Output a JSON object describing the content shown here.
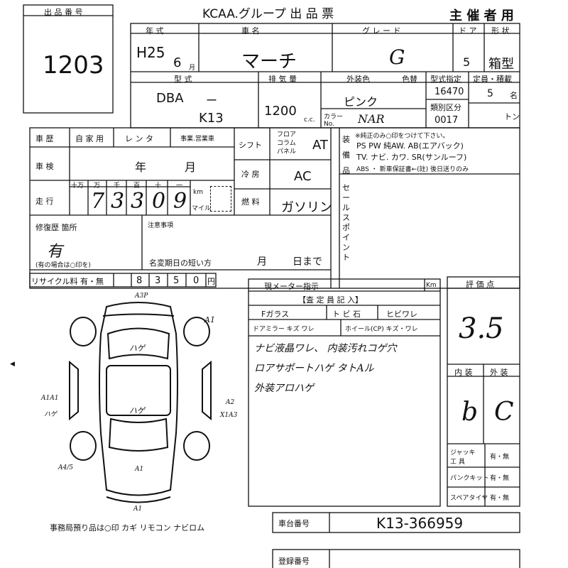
{
  "header": {
    "lot_label": "出 品 番 号",
    "lot_number": "1203",
    "title": "KCAA.グループ 出 品 票",
    "role": "主 催 者 用"
  },
  "vehicle": {
    "year_label": "年 式",
    "year_era": "H25",
    "year_month": "6",
    "month_suffix": "月",
    "name_label": "車 名",
    "name": "マーチ",
    "grade_label": "グ レ ー ド",
    "grade": "G",
    "doors_label": "ド ア",
    "doors": "5",
    "shape_label": "形 状",
    "shape": "箱型",
    "model_label": "型 式",
    "model_prefix": "DBA",
    "model_dash": "ー",
    "model_code": "K13",
    "displacement_label": "排 気 量",
    "displacement": "1200",
    "cc": "c.c.",
    "ext_color_label": "外装色",
    "ext_color": "ピンク",
    "color_label": "色替",
    "color_no_label": "カラー No.",
    "color_no": "NAR",
    "type_cert_label": "型式指定",
    "type_cert": "16470",
    "class_label": "類別区分",
    "class": "0017",
    "capacity_label": "定員・積載",
    "capacity": "5",
    "capacity_unit": "名",
    "ton_unit": "トン"
  },
  "history": {
    "label": "車 歴",
    "options": [
      "自 家 用",
      "レ ン タ",
      "事業.営業車"
    ],
    "shaken_label": "車 検",
    "shaken_year": "年",
    "shaken_month": "月",
    "mileage_label": "走 行",
    "digit_units": [
      "十万",
      "万",
      "千",
      "百",
      "十",
      "一"
    ],
    "mileage_digits": [
      "7",
      "3",
      "3",
      "0",
      "9"
    ],
    "km_label": "km",
    "mile_label": "マイル",
    "shift_label": "シフト",
    "shift_sub": [
      "フロア",
      "コラム",
      "パネル"
    ],
    "shift": "AT",
    "ac_label": "冷 房",
    "ac": "AC",
    "fuel_label": "燃 料",
    "fuel": "ガソリン",
    "repair_label": "修復歴 箇所",
    "repair": "有",
    "repair_note": "(有の場合は○印を)",
    "notes_label": "注意事項",
    "name_change_label": "名変期日の短い方",
    "name_change_month": "月",
    "name_change_day": "日まで"
  },
  "equipment": {
    "label": "装 備 品",
    "line1": "※純正のみ○印をつけて下さい。",
    "line2": "PS PW 純AW. AB(エアバック)",
    "line3": "TV. ナビ. カワ. SR(サンルーフ)",
    "line4": "ABS ・ 新車保証書←(註) 後日送りのみ",
    "sales_label": "セールスポイント"
  },
  "recycle": {
    "label": "リサイクル料 有・無",
    "digits": [
      "8",
      "3",
      "5",
      "0"
    ],
    "unit": "円"
  },
  "inspection": {
    "meter_label": "現メーター指示",
    "km": "Km",
    "inspector_label": "【査 定 員 記 入】",
    "glass_label": "Fガラス",
    "glass_options": [
      "ト ビ 石",
      "ヒビワレ"
    ],
    "mirror_label": "ドアミラー キズ ワレ",
    "wheel_label": "ホイール(CP) キズ・ワレ",
    "notes": [
      "ナビ液晶ワレ、 内装汚れコゲ穴",
      "ロアサポートハゲ タトAル",
      "外装アロハゲ"
    ]
  },
  "score": {
    "label": "評 価 点",
    "value": "3.5",
    "interior_label": "内 装",
    "exterior_label": "外 装",
    "interior": "b",
    "exterior": "C"
  },
  "tools": {
    "jack_label": "ジャッキ 工 具",
    "jack": "有・無",
    "puncture_label": "パンクキット",
    "puncture": "有・無",
    "spare_label": "スペアタイヤ",
    "spare": "有・無"
  },
  "diagram": {
    "marks": [
      "A3P",
      "A1",
      "ハゲ",
      "A1A1",
      "ハゲ",
      "ハゲ",
      "A2",
      "X1A3",
      "A4/5",
      "A1",
      "A1"
    ],
    "office_note": "事務局預り品は○印 カギ リモコン ナビロム"
  },
  "chassis": {
    "label": "車台番号",
    "value": "K13-366959"
  },
  "registration": {
    "label": "登録番号"
  }
}
